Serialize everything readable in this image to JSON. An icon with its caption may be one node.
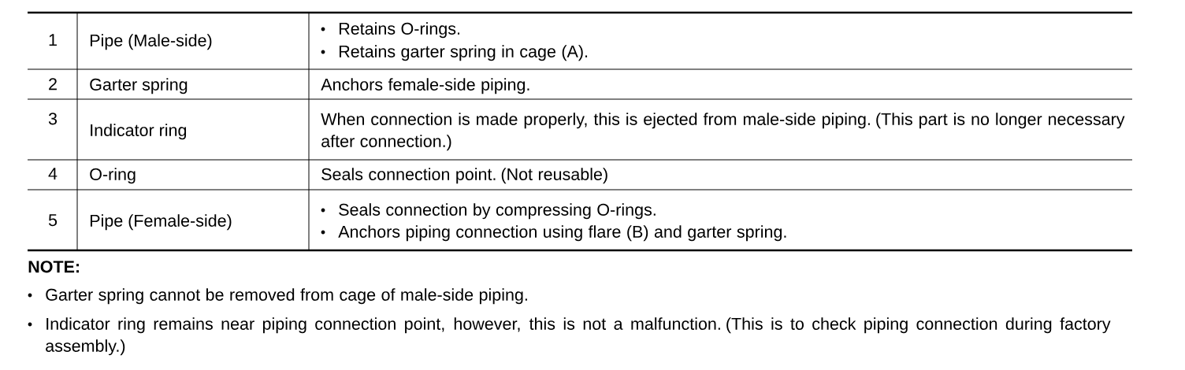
{
  "diagram": {
    "labels": [
      "1",
      "Pipe (Male-side)",
      "Retains O-rings.",
      "Retains garter spring in cage (A).",
      "2",
      "Garter spring",
      "Anchors female-side piping.",
      "3",
      "Indicator ring",
      "When connection is made properly, this is ejected from male-side piping. (This part is no longer necessary after connection.)",
      "4",
      "O-ring",
      "Seals connection point. (Not reusable)",
      "5",
      "Pipe (Female-side)",
      "Seals connection by compressing O-rings.",
      "Anchors piping connection using flare (B) and garter spring.",
      "NOTE:",
      "Garter spring cannot be removed from cage of male-side piping.",
      "Indicator ring remains near piping connection point, however, this is not a malfunction. (This is to check piping connection during factory assembly.)"
    ]
  }
}
